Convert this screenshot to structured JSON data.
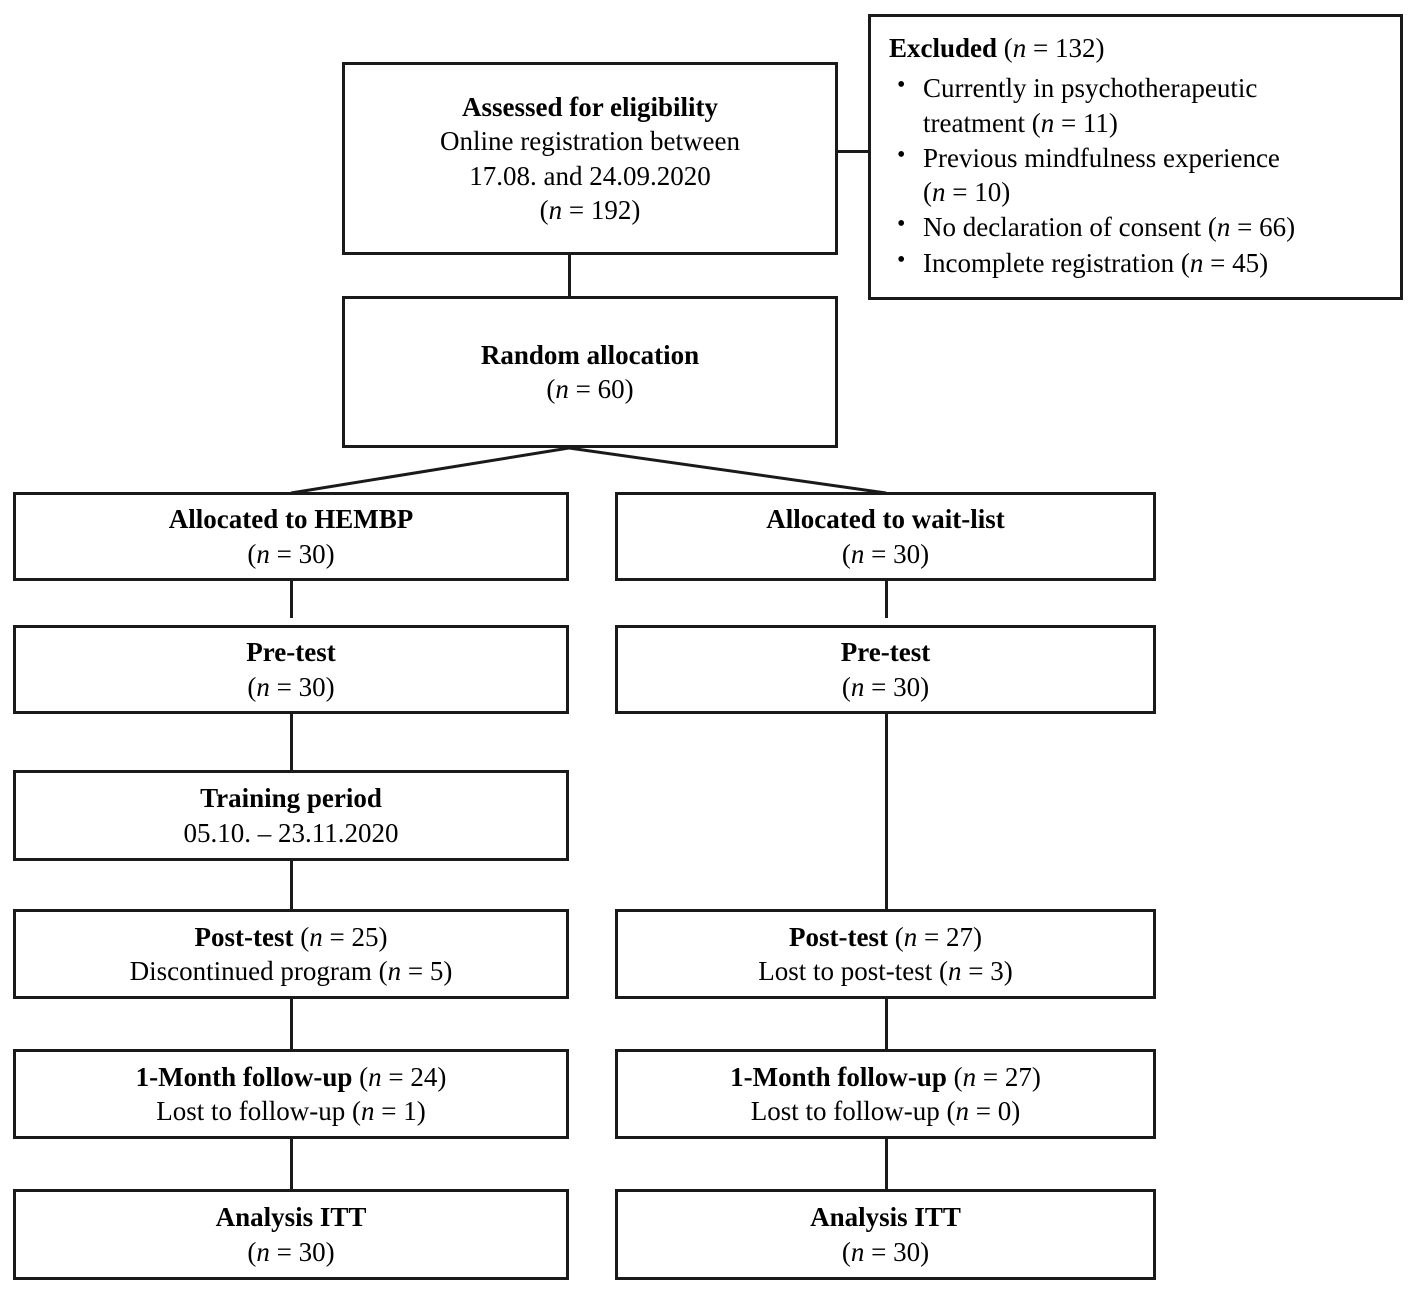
{
  "diagram": {
    "title": "CONSORT participant flow diagram",
    "type": "flowchart",
    "line_color": "#1a1a1a",
    "background_color": "#ffffff"
  },
  "eligibility": {
    "heading": "Assessed for eligibility",
    "line2": "Online registration between",
    "line3": "17.08. and 24.09.2020",
    "n_open": "(",
    "n_var": "n",
    "n_value": " = 192)"
  },
  "excluded": {
    "heading": "Excluded",
    "heading_n_open": " (",
    "heading_n_var": "n",
    "heading_n_value": " = 132)",
    "bullet_glyph": "•",
    "items": [
      {
        "text_line1": "Currently in psychotherapeutic",
        "text_line2": "treatment (",
        "n_var": "n",
        "n_value": " = 11)",
        "wrapped": true
      },
      {
        "text_line1": "Previous mindfulness experience",
        "text_line2": "(",
        "n_var": "n",
        "n_value": " = 10)",
        "wrapped": true
      },
      {
        "text_line1": "No declaration of consent (",
        "text_line2": "",
        "n_var": "n",
        "n_value": " = 66)",
        "wrapped": false
      },
      {
        "text_line1": "Incomplete registration (",
        "text_line2": "",
        "n_var": "n",
        "n_value": " = 45)",
        "wrapped": false
      }
    ]
  },
  "randomization": {
    "heading": "Random allocation",
    "n_open": "(",
    "n_var": "n",
    "n_value": " = 60)"
  },
  "left_arm": {
    "allocation": {
      "heading": "Allocated to HEMBP",
      "n_open": "(",
      "n_var": "n",
      "n_value": " = 30)"
    },
    "pretest": {
      "heading": "Pre-test",
      "n_open": "(",
      "n_var": "n",
      "n_value": " = 30)"
    },
    "training": {
      "heading": "Training period",
      "dates": "05.10. – 23.11.2020"
    },
    "posttest": {
      "heading": "Post-test",
      "heading_n_open": " (",
      "heading_n_var": "n",
      "heading_n_value": " = 25)",
      "loss_label": "Discontinued program (",
      "loss_n_var": "n",
      "loss_n_value": " = 5)"
    },
    "followup": {
      "heading": "1-Month follow-up",
      "heading_n_open": " (",
      "heading_n_var": "n",
      "heading_n_value": " = 24)",
      "loss_label": "Lost to follow-up (",
      "loss_n_var": "n",
      "loss_n_value": " = 1)"
    },
    "analysis": {
      "heading": "Analysis ITT",
      "n_open": "(",
      "n_var": "n",
      "n_value": " = 30)"
    }
  },
  "right_arm": {
    "allocation": {
      "heading": "Allocated to wait-list",
      "n_open": "(",
      "n_var": "n",
      "n_value": " = 30)"
    },
    "pretest": {
      "heading": "Pre-test",
      "n_open": "(",
      "n_var": "n",
      "n_value": " = 30)"
    },
    "posttest": {
      "heading": "Post-test",
      "heading_n_open": " (",
      "heading_n_var": "n",
      "heading_n_value": " = 27)",
      "loss_label": "Lost to post-test (",
      "loss_n_var": "n",
      "loss_n_value": " = 3)"
    },
    "followup": {
      "heading": "1-Month follow-up",
      "heading_n_open": " (",
      "heading_n_var": "n",
      "heading_n_value": " = 27)",
      "loss_label": "Lost to follow-up (",
      "loss_n_var": "n",
      "loss_n_value": " = 0)"
    },
    "analysis": {
      "heading": "Analysis ITT",
      "n_open": "(",
      "n_var": "n",
      "n_value": " = 30)"
    }
  }
}
